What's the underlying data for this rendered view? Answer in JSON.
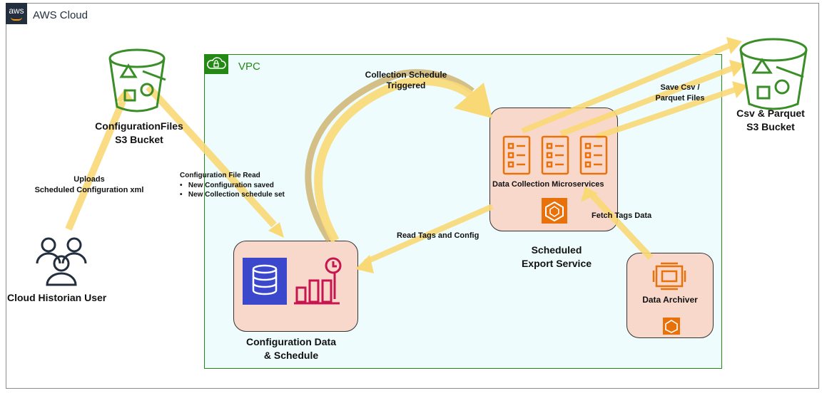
{
  "cloud": {
    "logo_text": "aws",
    "title": "AWS Cloud"
  },
  "vpc": {
    "title": "VPC"
  },
  "nodes": {
    "config_bucket": {
      "line1": "ConfigurationFiles",
      "line2": "S3 Bucket"
    },
    "output_bucket": {
      "line1": "Csv & Parquet",
      "line2": "S3 Bucket"
    },
    "user": {
      "label": "Cloud Historian User"
    },
    "scheduled_export": {
      "line1": "Scheduled",
      "line2": "Export Service",
      "inner_label": "Data Collection Microservices"
    },
    "config_data": {
      "line1": "Configuration Data",
      "line2": "& Schedule"
    },
    "data_archiver": {
      "label": "Data Archiver"
    }
  },
  "edges": {
    "uploads": {
      "line1": "Uploads",
      "line2": "Scheduled Configuration xml"
    },
    "config_read": {
      "title": "Configuration File Read",
      "bullets": [
        "New Configuration  saved",
        "New Collection schedule set"
      ]
    },
    "collection_schedule": {
      "line1": "Collection Schedule",
      "line2": "Triggered"
    },
    "save_files": {
      "line1": "Save Csv /",
      "line2": "Parquet Files"
    },
    "read_tags": {
      "label": "Read Tags and Config"
    },
    "fetch_tags": {
      "label": "Fetch Tags Data"
    }
  },
  "colors": {
    "s3_green": "#3a8e27",
    "arrow_yellow": "#f9d976",
    "arrow_dark": "#c9a552",
    "box_fill": "#f9d8cc",
    "vpc_green": "#248814",
    "vpc_fill": "#eefcfd",
    "ecs_orange": "#e8710a",
    "db_blue": "#3b48cc",
    "metrics_pink": "#c7154f"
  }
}
